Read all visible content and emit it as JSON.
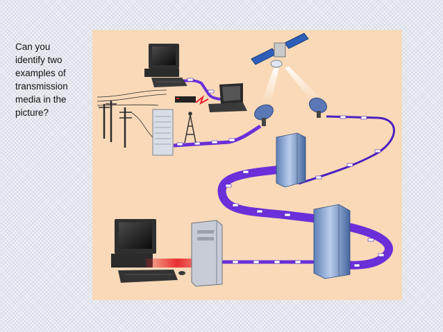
{
  "question": {
    "lines": [
      "Can you",
      "identify two",
      "examples of",
      "transmission",
      "media in the",
      "picture?"
    ]
  },
  "illustration": {
    "background_color": "#f9d9b8",
    "cable_color": "#6a2fd8",
    "icons": [
      "desktop-computer-icon",
      "laptop-icon",
      "modem-icon",
      "server-rack-icon",
      "radio-tower-icon",
      "power-lines-icon",
      "satellite-icon",
      "satellite-dish-icon",
      "mainframe-icon",
      "tower-pc-icon"
    ]
  }
}
